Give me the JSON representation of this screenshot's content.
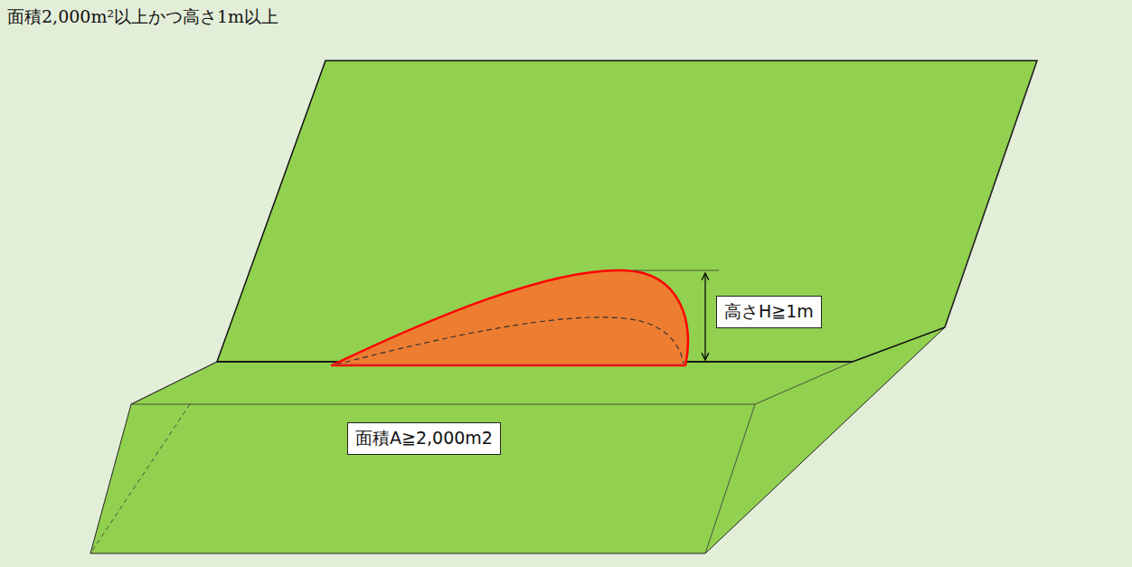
{
  "diagram": {
    "title": "面積2,000m²以上かつ高さ1m以上",
    "nodes": [
      {
        "text": [
          "高さH≧1m"
        ]
      },
      {
        "text": [
          "面積A≧2,000m2"
        ]
      }
    ],
    "edges": []
  }
}
